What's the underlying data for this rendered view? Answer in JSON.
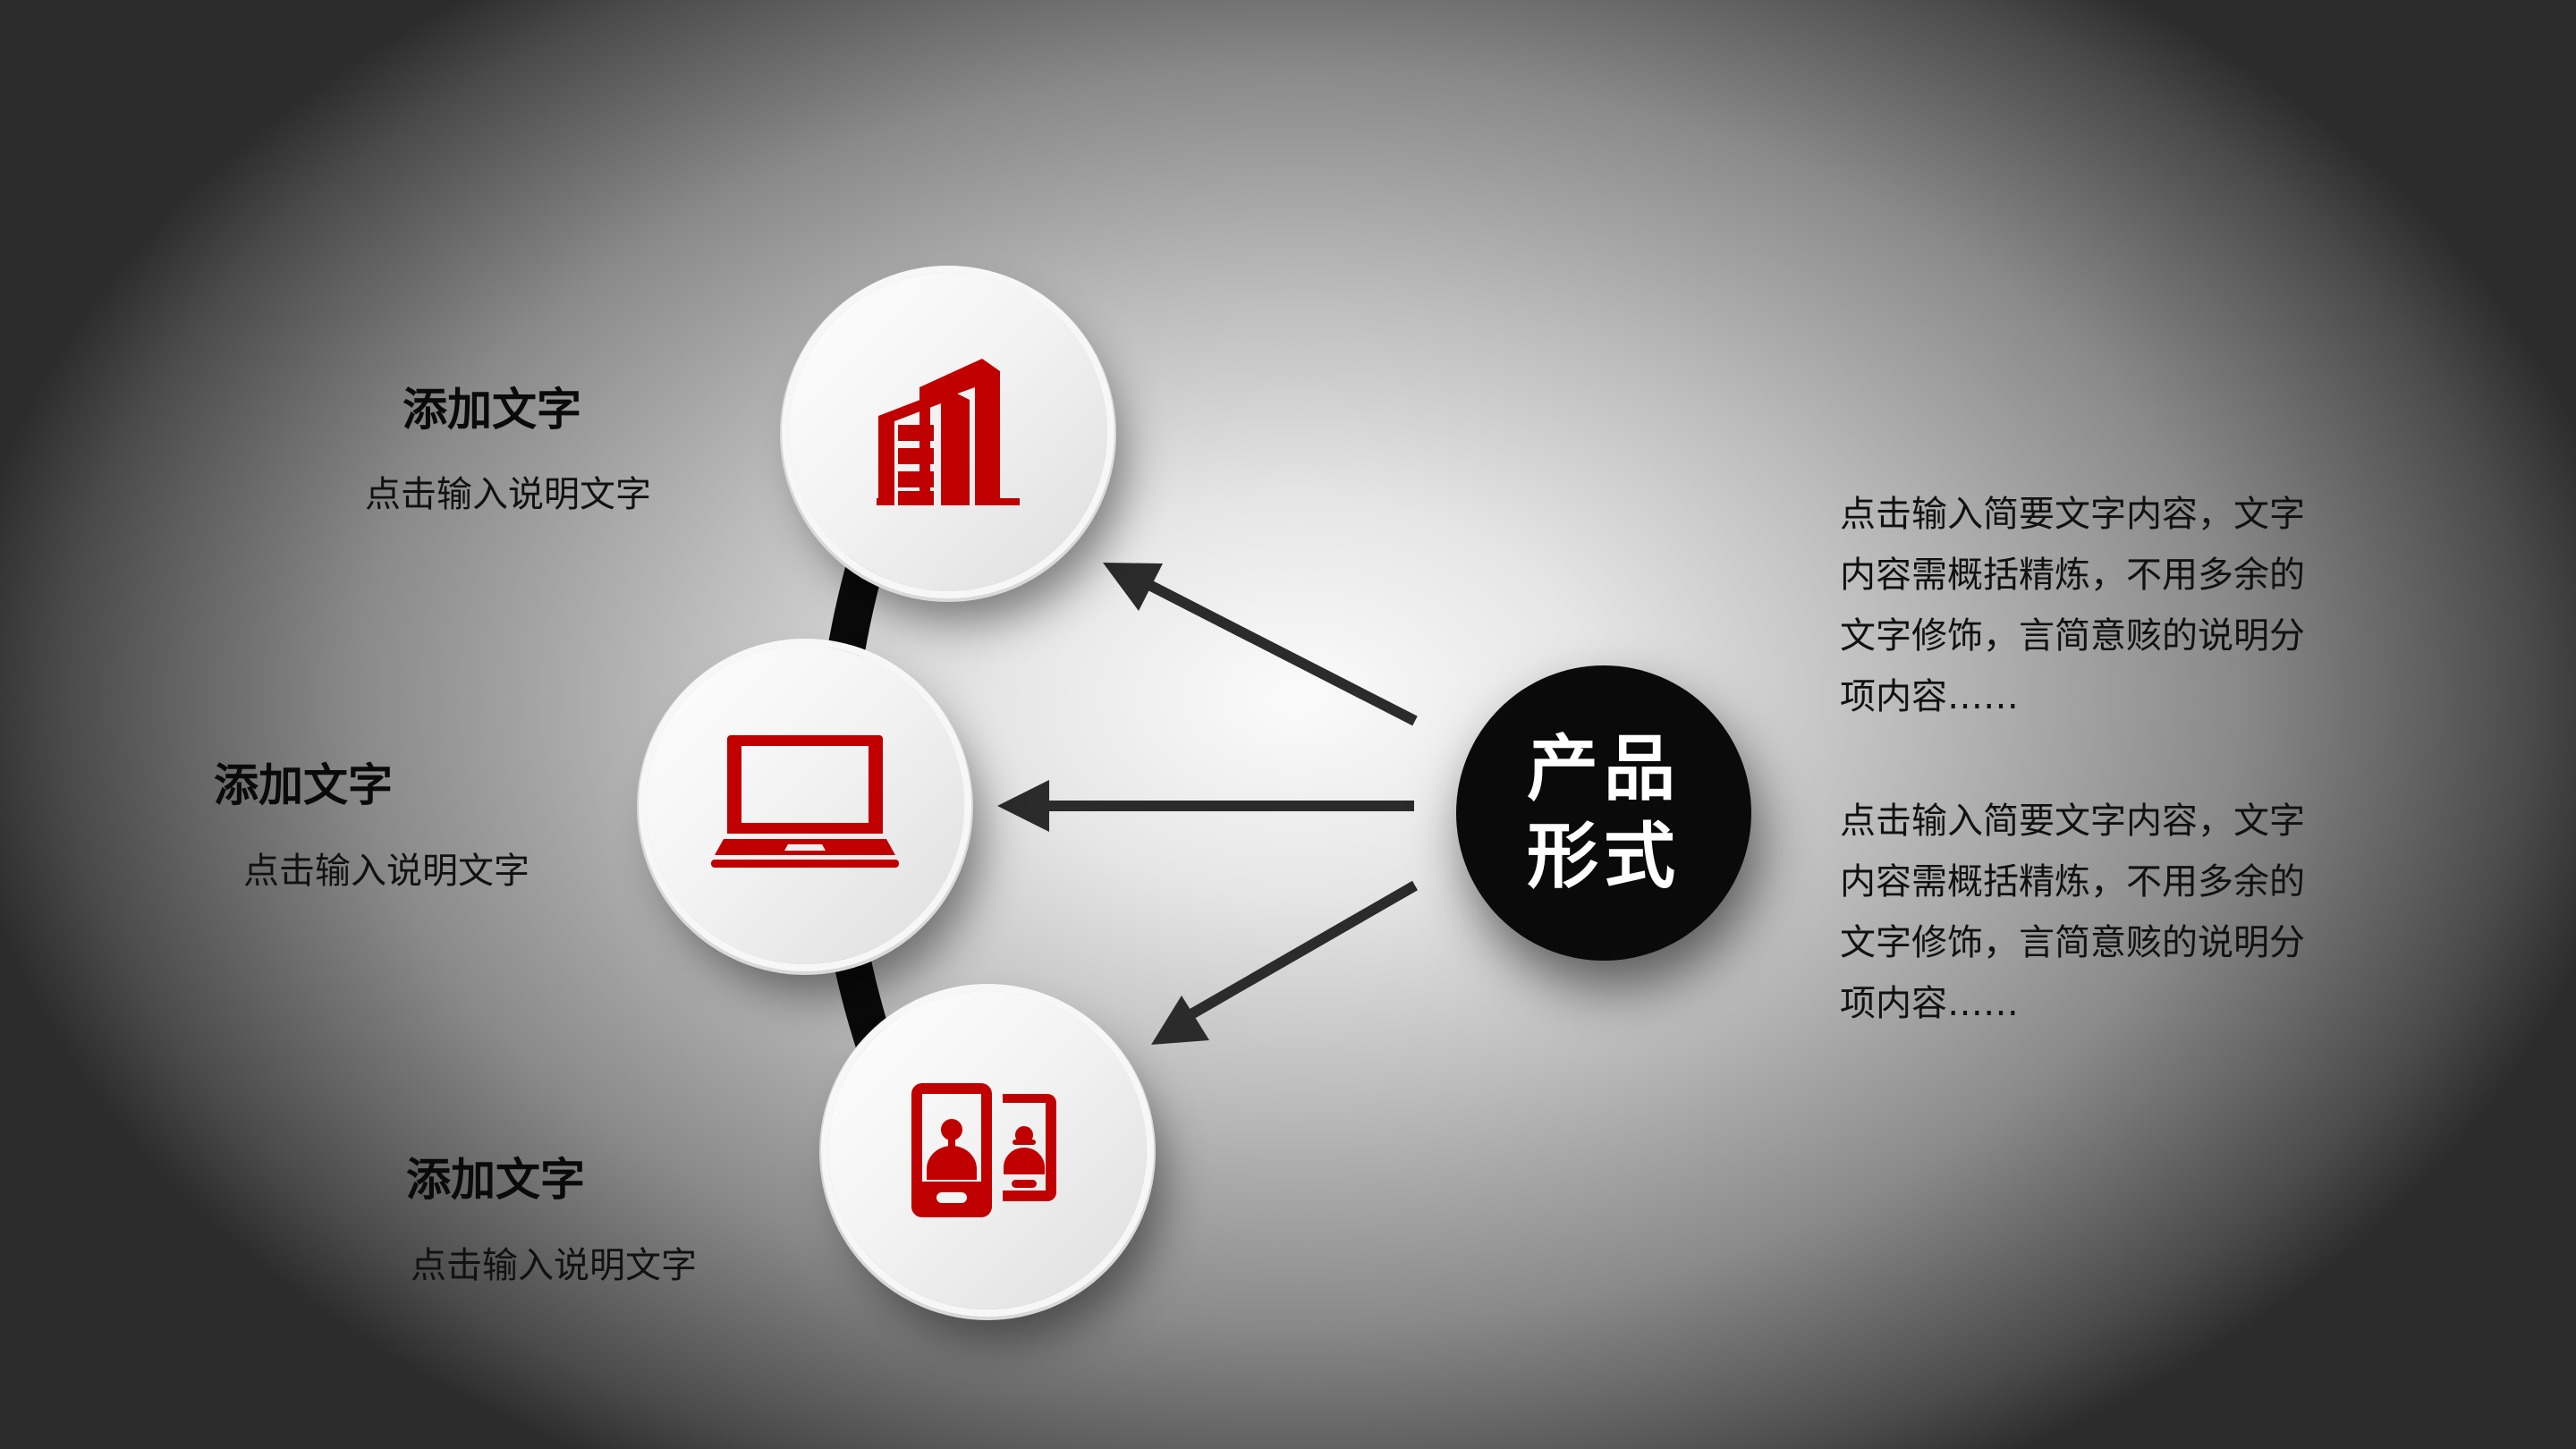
{
  "center": {
    "line1": "产品",
    "line2": "形式"
  },
  "items": [
    {
      "title": "添加文字",
      "desc": "点击输入说明文字",
      "icon": "building-icon"
    },
    {
      "title": "添加文字",
      "desc": "点击输入说明文字",
      "icon": "laptop-icon"
    },
    {
      "title": "添加文字",
      "desc": "点击输入说明文字",
      "icon": "mobile-contacts-icon"
    }
  ],
  "paragraphs": [
    {
      "lines": [
        "点击输入简要文字内容，文字",
        "内容需概括精炼，不用多余的",
        "文字修饰，言简意赅的说明分",
        "项内容……"
      ]
    },
    {
      "lines": [
        "点击输入简要文字内容，文字",
        "内容需概括精炼，不用多余的",
        "文字修饰，言简意赅的说明分",
        "项内容……"
      ]
    }
  ],
  "colors": {
    "accent_red": "#c00000",
    "hub_black": "#0a0a0a",
    "arrow": "#2b2b2b"
  }
}
